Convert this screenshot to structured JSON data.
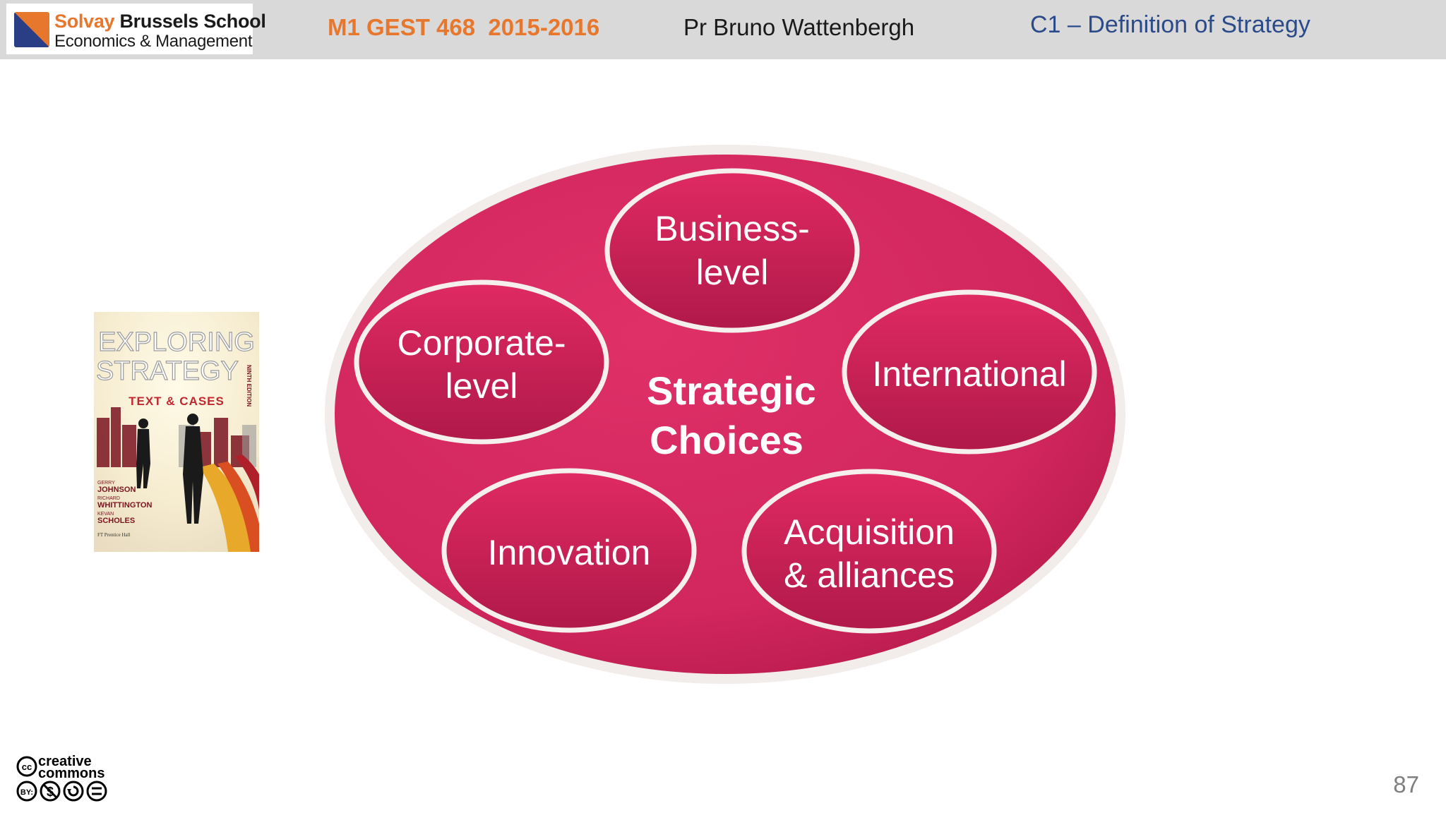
{
  "header": {
    "logo": {
      "line1_accent": "Solvay",
      "line1_rest": " Brussels School",
      "line2": "Economics & Management"
    },
    "course": "M1 GEST 468  2015-2016",
    "professor": "Pr Bruno Wattenbergh",
    "chapter": "C1 – Definition of Strategy"
  },
  "book": {
    "title_line1": "EXPLORING",
    "title_line2": "STRATEGY",
    "subtitle": "TEXT & CASES",
    "edition": "NINTH EDITION",
    "authors": [
      {
        "first": "GERRY",
        "last": "JOHNSON"
      },
      {
        "first": "RICHARD",
        "last": "WHITTINGTON"
      },
      {
        "first": "KEVAN",
        "last": "SCHOLES"
      }
    ],
    "publisher": "FT Prentice Hall"
  },
  "diagram": {
    "center": {
      "line1": "Strategic",
      "line2": "Choices"
    },
    "nodes": [
      {
        "id": "business",
        "line1": "Business-",
        "line2": "level"
      },
      {
        "id": "corporate",
        "line1": "Corporate-",
        "line2": "level"
      },
      {
        "id": "international",
        "line1": "International",
        "line2": ""
      },
      {
        "id": "innovation",
        "line1": "Innovation",
        "line2": ""
      },
      {
        "id": "acquisition",
        "line1": "Acquisition",
        "line2": "& alliances"
      }
    ],
    "colors": {
      "fill": "#d1265e",
      "fill_dark": "#b51a4c",
      "border": "#f2ecea"
    }
  },
  "license": {
    "line1": "creative",
    "line2": "commons",
    "badges": [
      "cc-by-icon",
      "cc-nc-icon",
      "cc-sa-icon",
      "cc-nd-icon"
    ]
  },
  "page_number": "87"
}
